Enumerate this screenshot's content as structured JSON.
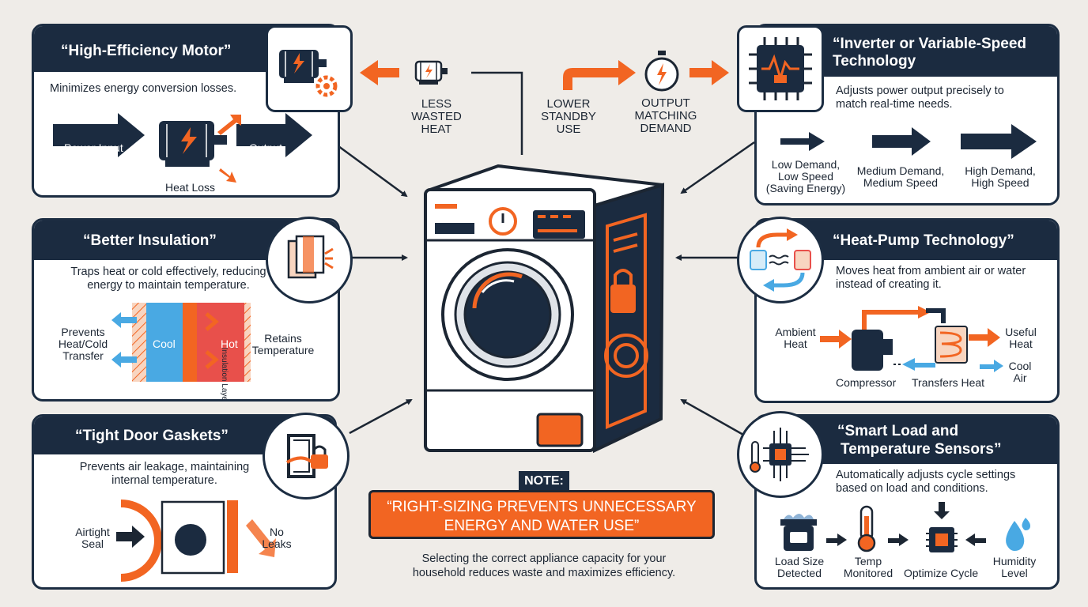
{
  "colors": {
    "navy": "#1b2b40",
    "orange": "#f26522",
    "blue": "#49a9e3",
    "red": "#e8504b",
    "cream": "#efece8"
  },
  "top_flow": {
    "less_wasted_heat": [
      "LESS",
      "WASTED",
      "HEAT"
    ],
    "lower_standby_use": [
      "LOWER",
      "STANDBY",
      "USE"
    ],
    "output_matching_demand": [
      "OUTPUT",
      "MATCHING",
      "DEMAND"
    ],
    "icons": [
      "motor-lightning-icon",
      "stopwatch-icon"
    ]
  },
  "panels": {
    "motor": {
      "title": "“High-Efficiency Motor”",
      "desc": "Minimizes energy conversion losses.",
      "power_input": "Power Input",
      "output": "Output",
      "heat_loss": "Heat Loss",
      "icon": "motor-gear-icon"
    },
    "insulation": {
      "title": "“Better Insulation”",
      "desc": [
        "Traps heat or cold effectively, reducing",
        "energy to maintain temperature."
      ],
      "prevents": [
        "Prevents",
        "Heat/Cold",
        "Transfer"
      ],
      "cool": "Cool",
      "layer": "Insulation Layer",
      "hot": "Hot",
      "retains": [
        "Retains",
        "Temperature"
      ],
      "icon": "insulation-block-icon"
    },
    "gaskets": {
      "title": "“Tight Door Gaskets”",
      "desc": [
        "Prevents air leakage, maintaining",
        "internal temperature."
      ],
      "airtight": [
        "Airtight",
        "Seal"
      ],
      "no_leaks": [
        "No",
        "Leaks"
      ],
      "icon": "door-lock-icon"
    },
    "inverter": {
      "title": [
        "“Inverter or Variable-Speed",
        "Technology"
      ],
      "desc": [
        "Adjusts power output precisely to",
        "match real-time needs."
      ],
      "low": [
        "Low Demand,",
        "Low Speed",
        "(Saving Energy)"
      ],
      "medium": [
        "Medium Demand,",
        "Medium Speed"
      ],
      "high": [
        "High Demand,",
        "High Speed"
      ],
      "icon": "chip-waveform-icon"
    },
    "heatpump": {
      "title": "“Heat-Pump Technology”",
      "desc": [
        "Moves heat from ambient air or water",
        "instead of creating it."
      ],
      "ambient": [
        "Ambient",
        "Heat"
      ],
      "compressor": "Compressor",
      "transfers": "Transfers Heat",
      "useful": [
        "Useful",
        "Heat"
      ],
      "cool_air": [
        "Cool",
        "Air"
      ],
      "icon": "heat-exchange-cycle-icon"
    },
    "sensors": {
      "title": [
        "“Smart Load and",
        "Temperature Sensors”"
      ],
      "desc": [
        "Automatically adjusts cycle settings",
        "based on load and conditions."
      ],
      "load": [
        "Load Size",
        "Detected"
      ],
      "temp": [
        "Temp",
        "Monitored"
      ],
      "optimize": "Optimize Cycle",
      "humidity": [
        "Humidity",
        "Level"
      ],
      "icon": "sensor-chip-icon"
    }
  },
  "note": {
    "tag": "NOTE:",
    "headline": [
      "“RIGHT-SIZING PREVENTS UNNECESSARY",
      "ENERGY AND WATER USE”"
    ],
    "body": [
      "Selecting the correct appliance capacity for your",
      "household reduces waste and maximizes efficiency."
    ]
  }
}
